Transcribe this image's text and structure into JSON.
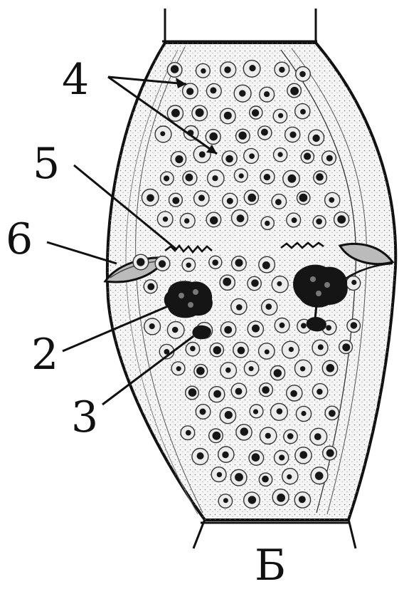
{
  "figure": {
    "caption": "Б",
    "labels": [
      "4",
      "5",
      "6",
      "2",
      "3"
    ]
  },
  "colors": {
    "ink": "#111111",
    "stipple": "#6f6f6f",
    "cell_fill": "#ececec",
    "background": "#ffffff"
  }
}
